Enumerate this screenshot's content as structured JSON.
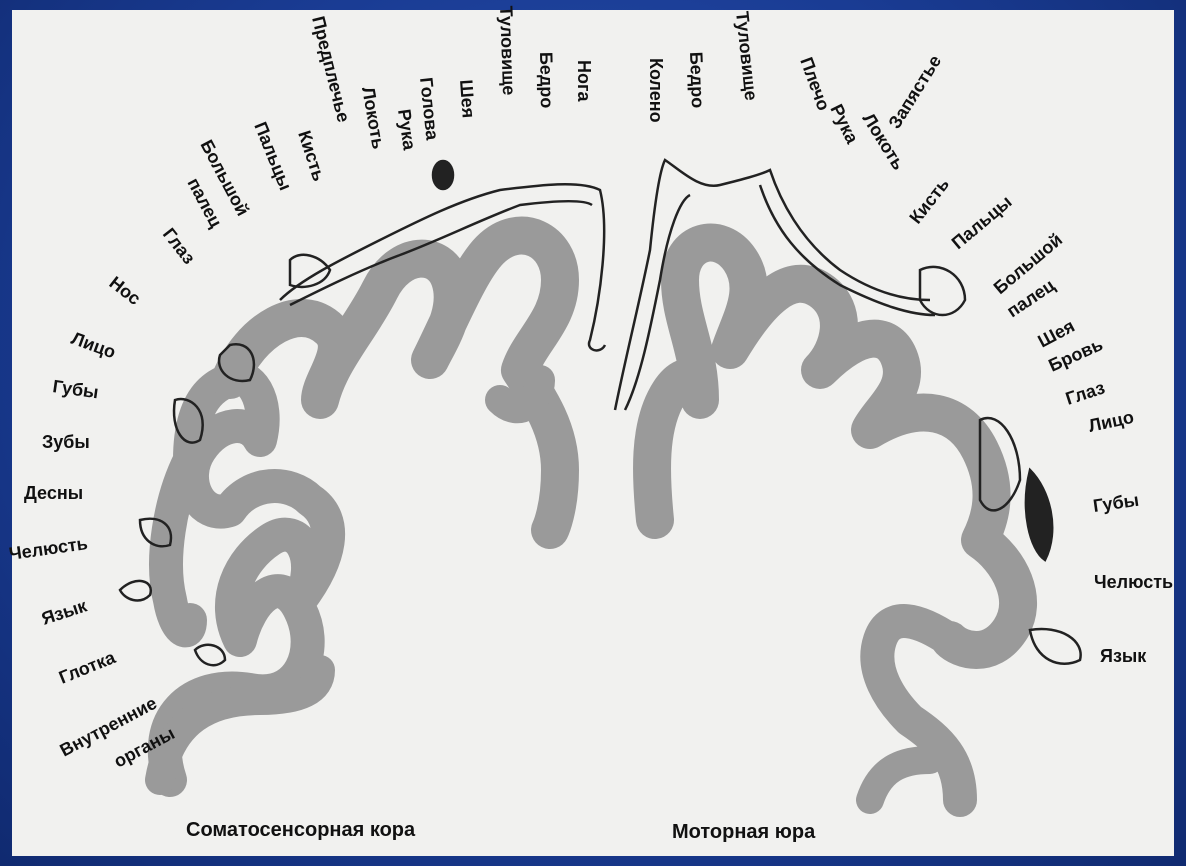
{
  "colors": {
    "background": "#1c3a8a",
    "paper": "#f1f1ef",
    "cortex": "#9a9a9a",
    "ink": "#111111"
  },
  "somatosensory": {
    "title": "Соматосенсорная кора",
    "labels": {
      "inner_organs_1": "Внутренние",
      "inner_organs_2": "органы",
      "pharynx": "Глотка",
      "tongue": "Язык",
      "jaw": "Челюсть",
      "gums": "Десны",
      "teeth": "Зубы",
      "lips": "Губы",
      "face": "Лицо",
      "nose": "Нос",
      "eye": "Глаз",
      "thumb_1": "Большой",
      "thumb_2": "палец",
      "fingers": "Пальцы",
      "hand": "Кисть",
      "forearm": "Предплечье",
      "elbow": "Локоть",
      "arm": "Рука",
      "head": "Голова",
      "neck": "Шея",
      "trunk": "Туловище",
      "hip": "Бедро",
      "leg": "Нога"
    }
  },
  "motor": {
    "title": "Моторная юра",
    "labels": {
      "knee": "Колено",
      "hip": "Бедро",
      "trunk": "Туловище",
      "shoulder": "Плечо",
      "arm": "Рука",
      "elbow": "Локоть",
      "wrist": "Запястье",
      "hand": "Кисть",
      "fingers": "Пальцы",
      "thumb_1": "Большой",
      "thumb_2": "палец",
      "neck": "Шея",
      "brow": "Бровь",
      "eye": "Глаз",
      "face": "Лицо",
      "lips": "Губы",
      "jaw": "Челюсть",
      "tongue": "Язык"
    }
  }
}
